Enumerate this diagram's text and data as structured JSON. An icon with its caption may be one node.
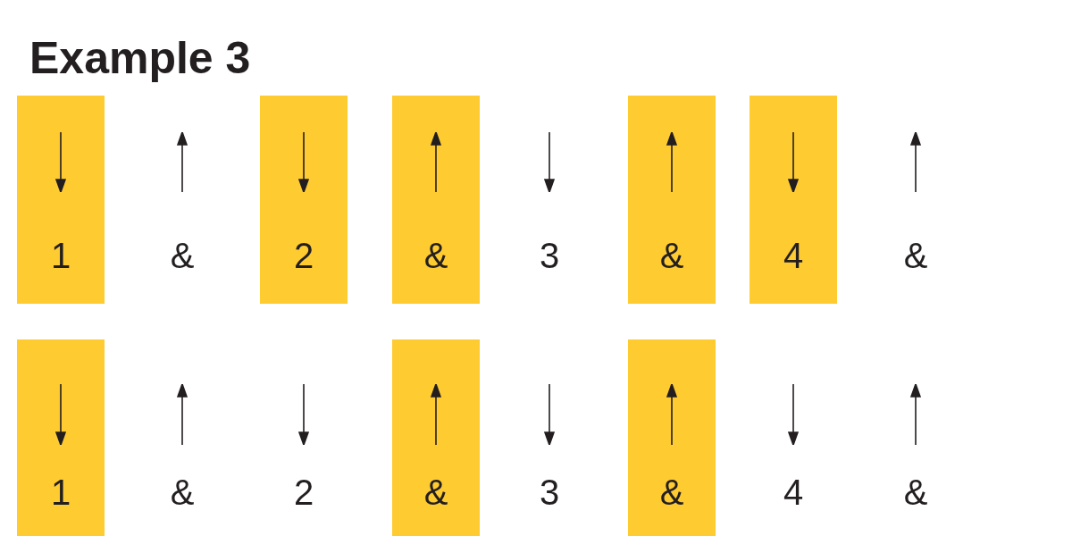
{
  "diagram": {
    "title": "Example 3",
    "nodes": [
      {
        "text": [
          "1"
        ]
      },
      {
        "text": [
          "2"
        ]
      },
      {
        "text": [
          "&"
        ]
      },
      {
        "text": [
          "&"
        ]
      },
      {
        "text": [
          "4"
        ]
      },
      {
        "text": [
          "1"
        ]
      },
      {
        "text": [
          "&"
        ]
      },
      {
        "text": [
          "&"
        ]
      }
    ],
    "edges": [],
    "labels": [
      "&",
      "3",
      "&",
      "&",
      "2",
      "3",
      "4",
      "&"
    ]
  }
}
